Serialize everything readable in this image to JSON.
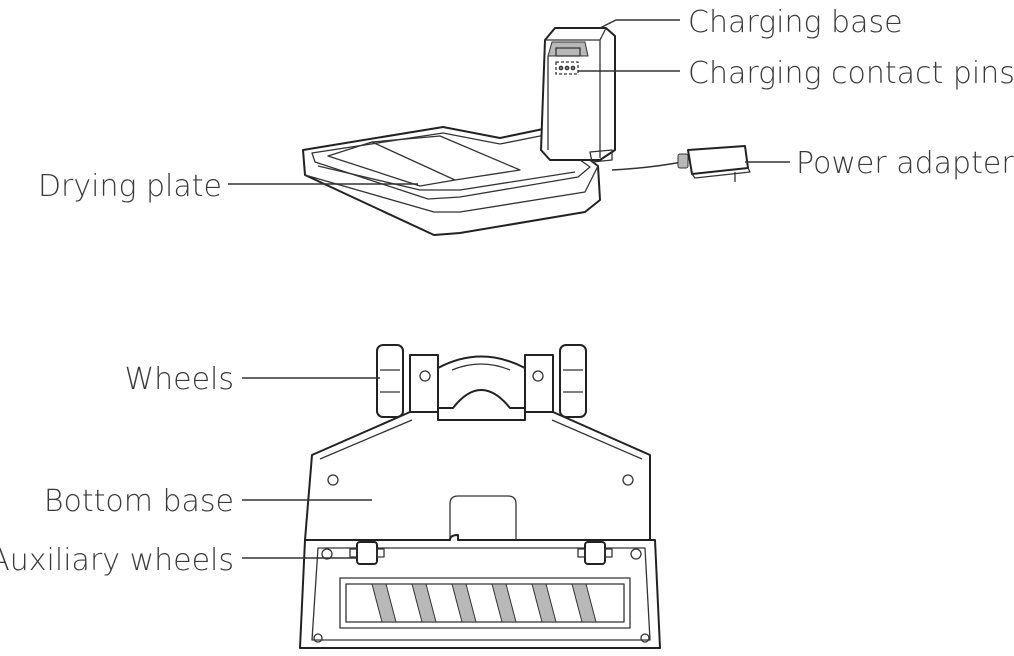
{
  "labels": {
    "charging_base": "Charging base",
    "charging_contact_pins": "Charging contact pins",
    "power_adapter": "Power adapter",
    "drying_plate": "Drying plate",
    "wheels": "Wheels",
    "bottom_base": "Bottom base",
    "auxiliary_wheels": "Auxiliary wheels"
  }
}
